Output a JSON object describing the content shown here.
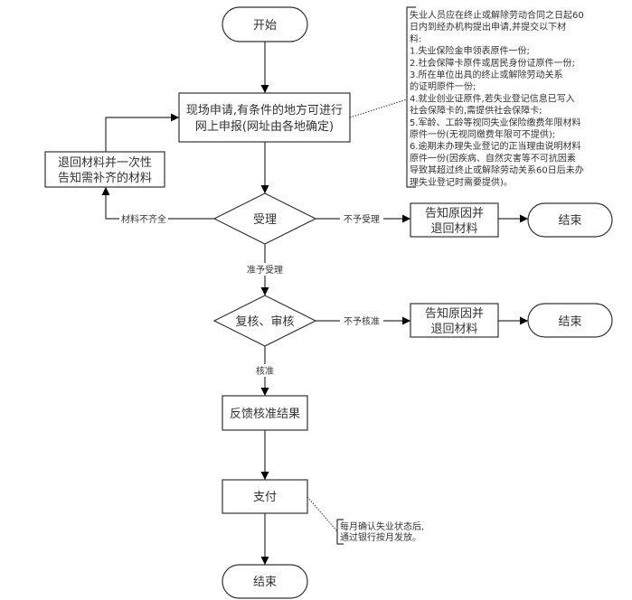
{
  "flowchart": {
    "start": {
      "label": "开始"
    },
    "apply": {
      "lines": [
        "现场申请,有条件的地方可进行",
        "网上申报(网址由各地确定)"
      ]
    },
    "return_materials": {
      "lines": [
        "退回材料并一次性",
        "告知需补齐的材料"
      ]
    },
    "decision_accept": {
      "label": "受理"
    },
    "reject_accept_box": {
      "lines": [
        "告知原因并",
        "退回材料"
      ]
    },
    "end_1": {
      "label": "结束"
    },
    "decision_review": {
      "label": "复核、审核"
    },
    "reject_review_box": {
      "lines": [
        "告知原因并",
        "退回材料"
      ]
    },
    "end_2": {
      "label": "结束"
    },
    "feedback": {
      "label": "反馈核准结果"
    },
    "payment": {
      "label": "支付"
    },
    "end_3": {
      "label": "结束"
    },
    "edge_labels": {
      "incomplete": "材料不齐全",
      "not_accepted": "不予受理",
      "accepted": "准予受理",
      "not_approved": "不予核准",
      "approved": "核准"
    },
    "note_materials": {
      "lines": [
        "失业人员应在终止或解除劳动合同之日起60",
        "日内到经办机构提出申请,并提交以下材",
        "料:",
        "1.失业保险金申领表原件一份;",
        "2.社会保障卡原件或居民身份证原件一份;",
        "3.所在单位出具的终止或解除劳动关系",
        "的证明原件一份;",
        "4.就业创业证原件,若失业登记信息已写入",
        "社会保障卡的,需提供社会保障卡;",
        "5.军龄、工龄等视同失业保险缴费年限材料",
        "原件一份(无视同缴费年限可不提供);",
        "6.逾期未办理失业登记的正当理由说明材料",
        "原件一份(因疾病、自然灾害等不可抗因素",
        "导致其超过终止或解除劳动关系60日后未办",
        "理失业登记时需要提供)。"
      ]
    },
    "note_payment": {
      "lines": [
        "每月确认失业状态后,",
        "通过银行按月发放。"
      ]
    }
  }
}
